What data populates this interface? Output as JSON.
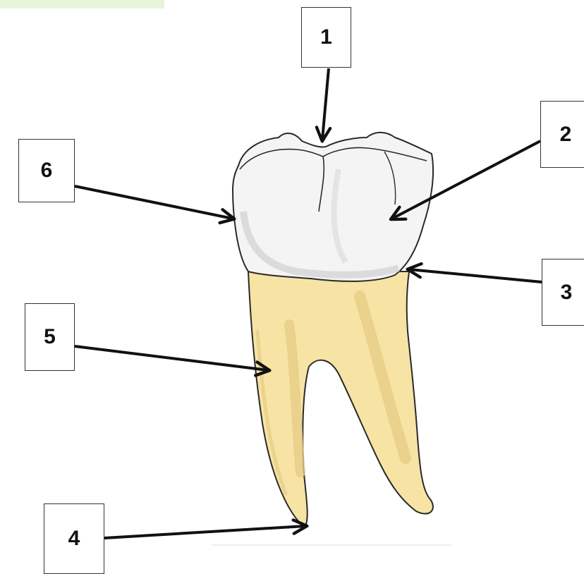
{
  "labels": [
    {
      "id": "1",
      "text": "1"
    },
    {
      "id": "2",
      "text": "2"
    },
    {
      "id": "3",
      "text": "3"
    },
    {
      "id": "4",
      "text": "4"
    },
    {
      "id": "5",
      "text": "5"
    },
    {
      "id": "6",
      "text": "6"
    }
  ],
  "colors": {
    "enamel": "#f4f4f4",
    "enamel_shade": "#d8d8d8",
    "root": "#f7e3a3",
    "root_shade": "#e6cc86",
    "outline": "#2a2a2a",
    "arrow": "#111111",
    "accent_strip": "#e6f5dc"
  }
}
